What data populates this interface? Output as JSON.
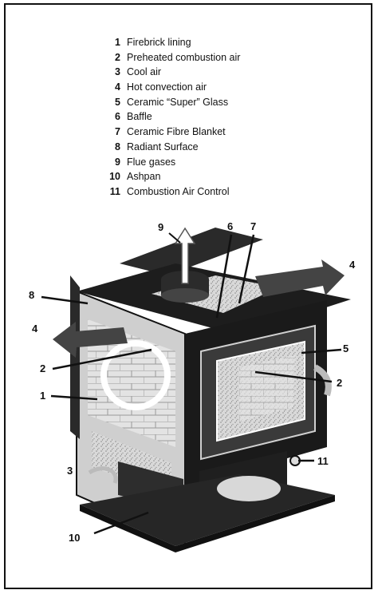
{
  "legend": [
    {
      "number": "1",
      "label": "Firebrick lining"
    },
    {
      "number": "2",
      "label": "Preheated combustion air"
    },
    {
      "number": "3",
      "label": "Cool air"
    },
    {
      "number": "4",
      "label": "Hot convection air"
    },
    {
      "number": "5",
      "label": "Ceramic “Super” Glass"
    },
    {
      "number": "6",
      "label": "Baffle"
    },
    {
      "number": "7",
      "label": "Ceramic Fibre Blanket"
    },
    {
      "number": "8",
      "label": "Radiant Surface"
    },
    {
      "number": "9",
      "label": "Flue gases"
    },
    {
      "number": "10",
      "label": "Ashpan"
    },
    {
      "number": "11",
      "label": "Combustion Air Control"
    }
  ],
  "callouts": {
    "c9": "9",
    "c6": "6",
    "c7": "7",
    "c4_right": "4",
    "c8": "8",
    "c4_left": "4",
    "c5": "5",
    "c2_left": "2",
    "c2_right": "2",
    "c1": "1",
    "c11": "11",
    "c3": "3",
    "c10": "10"
  }
}
